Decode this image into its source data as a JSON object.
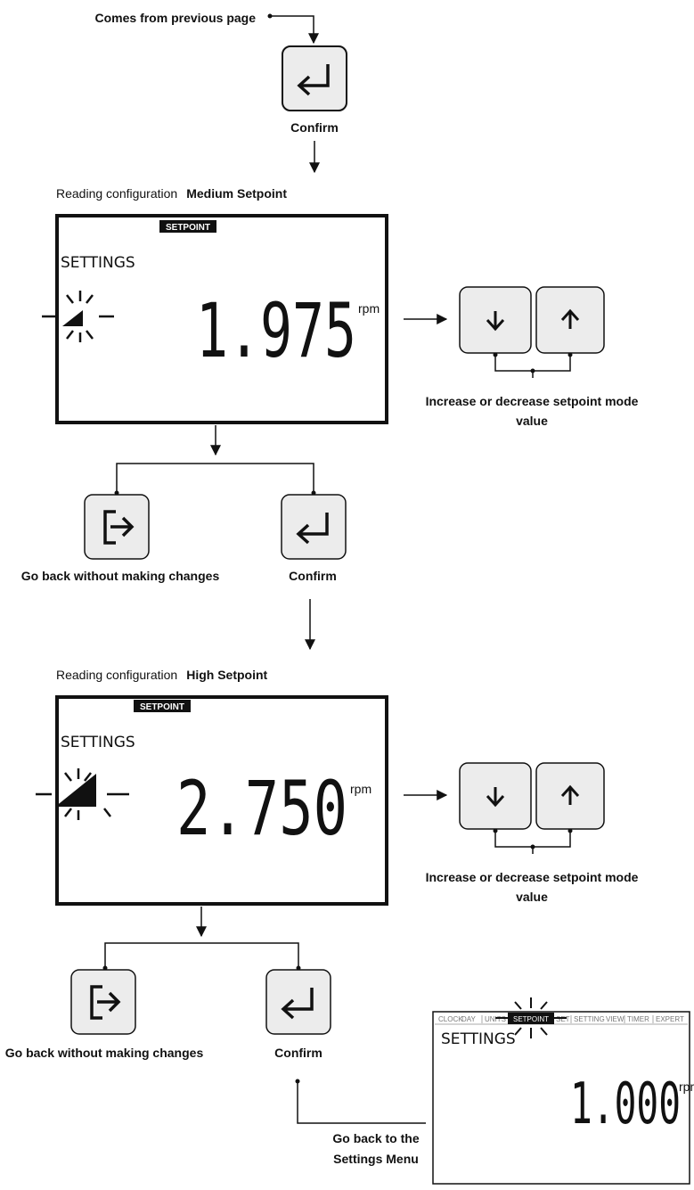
{
  "top": {
    "comes_from": "Comes from previous page",
    "confirm_label": "Confirm"
  },
  "medium": {
    "caption": "Reading configuration",
    "caption_bold": "Medium Setpoint",
    "tag": "SETPOINT",
    "lcd_label": "SETTINGS",
    "value": "1.975",
    "unit": "rpm",
    "adjust_line1": "Increase or decrease setpoint mode",
    "adjust_line2": "value",
    "exit_label": "Go back without making changes",
    "confirm_label": "Confirm"
  },
  "high": {
    "caption": "Reading configuration",
    "caption_bold": "High Setpoint",
    "tag": "SETPOINT",
    "lcd_label": "SETTINGS",
    "value": "2.750",
    "unit": "rpm",
    "adjust_line1": "Increase or decrease setpoint mode",
    "adjust_line2": "value",
    "exit_label": "Go back without making changes",
    "confirm_label": "Confirm"
  },
  "back": {
    "line1": "Go back to the",
    "line2": "Settings Menu"
  },
  "menu": {
    "items": [
      "CLOCK",
      "DAY",
      "UNITS",
      "SETPOINT",
      "SET",
      "SETTING",
      "VIEW",
      "TIMER",
      "EXPERT"
    ],
    "lcd_label": "SETTINGS",
    "value": "1.000",
    "unit": "rpm"
  },
  "colors": {
    "button_fill": "#ececec",
    "line": "#111111",
    "tag_bg": "#111111"
  }
}
